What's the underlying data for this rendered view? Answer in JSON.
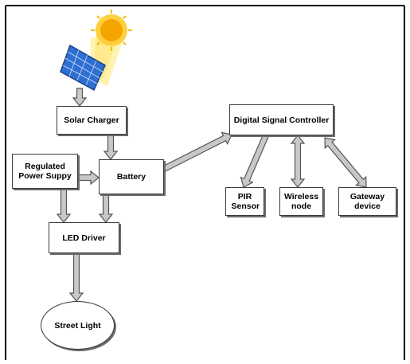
{
  "diagram": {
    "nodes": {
      "solar_charger": "Solar Charger",
      "regulated_power_supply": "Regulated Power Suppy",
      "battery": "Battery",
      "led_driver": "LED Driver",
      "street_light": "Street Light",
      "dsc": "Digital Signal Controller",
      "pir_sensor": "PIR Sensor",
      "wireless_node": "Wireless node",
      "gateway_device": "Gateway device"
    },
    "colors": {
      "arrow_fill": "#c8c8c8",
      "arrow_stroke": "#555555",
      "sun": "#f5a500",
      "sun_glow": "#fff2a8",
      "panel": "#2f6fd1",
      "border": "#000000"
    },
    "icons": [
      "sun-icon",
      "solar-panel-icon"
    ]
  }
}
